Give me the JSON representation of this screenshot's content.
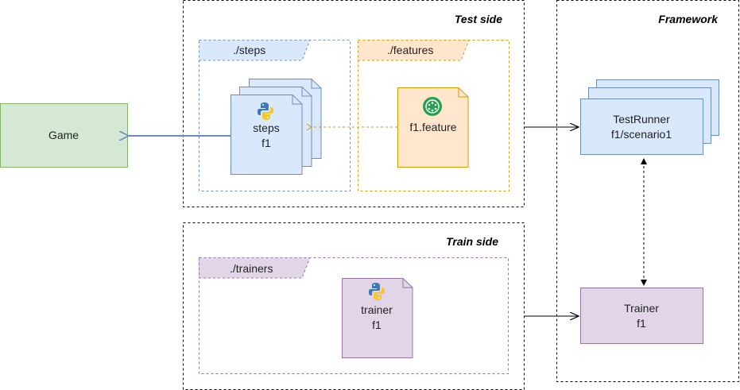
{
  "groups": {
    "test_side": "Test side",
    "train_side": "Train side",
    "framework": "Framework"
  },
  "folders": {
    "steps": "./steps",
    "features": "./features",
    "trainers": "./trainers"
  },
  "nodes": {
    "game": "Game",
    "steps_line1": "steps",
    "steps_line2": "f1",
    "feature": "f1.feature",
    "trainer_file_line1": "trainer",
    "trainer_file_line2": "f1",
    "testrunner_line1": "TestRunner",
    "testrunner_line2": "f1/scenario1",
    "trainer_line1": "Trainer",
    "trainer_line2": "f1"
  },
  "icons": {
    "python": "python-logo-icon",
    "cucumber": "cucumber-logo-icon"
  },
  "colors": {
    "game_fill": "#d5e8d4",
    "game_stroke": "#82b366",
    "blue_fill": "#dae8fc",
    "blue_stroke": "#6c8ebf",
    "orange_fill": "#ffe6cc",
    "orange_stroke": "#d79b00",
    "purple_fill": "#e1d5e7",
    "purple_stroke": "#9673a6"
  }
}
